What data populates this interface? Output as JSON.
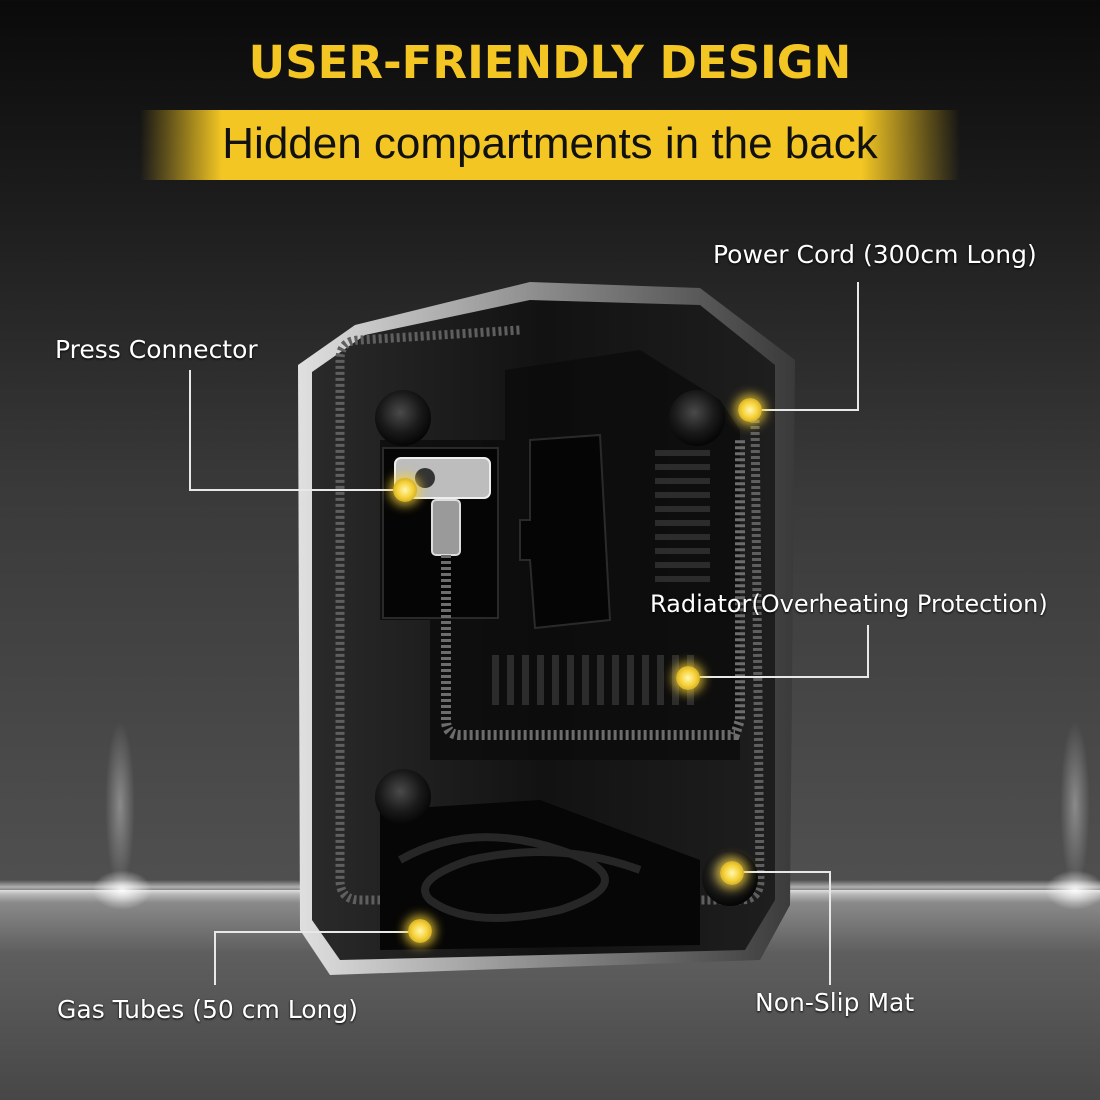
{
  "header": {
    "title": "USER-FRIENDLY DESIGN",
    "subtitle": "Hidden compartments in the back"
  },
  "callouts": {
    "power_cord": "Power Cord  (300cm Long)",
    "press_connector": "Press Connector",
    "radiator": "Radiator(Overheating Protection)",
    "gas_tubes": "Gas Tubes  (50 cm Long)",
    "non_slip_mat": "Non-Slip Mat"
  },
  "colors": {
    "accent": "#f3c623",
    "callout_dot": "#f6d23a",
    "device_body": "#141414"
  }
}
